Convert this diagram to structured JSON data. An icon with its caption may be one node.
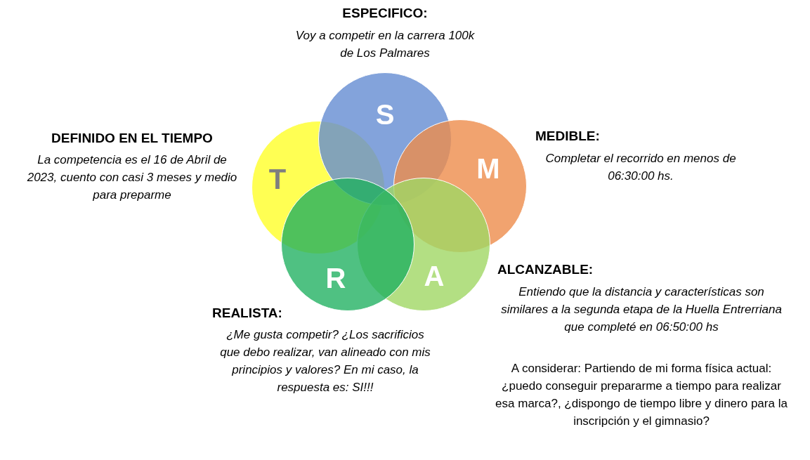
{
  "diagram": {
    "nodes": [
      {
        "text": [
          "S"
        ],
        "beside": [
          "ESPECIFICO:",
          "Voy a competir en la carrera 100k de Los Palmares"
        ]
      },
      {
        "text": [
          "M"
        ],
        "beside": [
          "MEDIBLE:",
          "Completar el recorrido en menos de 06:30:00 hs."
        ]
      },
      {
        "text": [
          "A"
        ],
        "beside": [
          "ALCANZABLE:",
          "Entiendo que la distancia y características son similares a la segunda etapa de la Huella Entrerriana que completé en 06:50:00 hs",
          "A considerar: Partiendo de mi forma física actual: ¿puedo conseguir prepararme a tiempo para realizar esa marca?, ¿dispongo de tiempo libre y dinero para la inscripción y el gimnasio?"
        ]
      },
      {
        "text": [
          "R"
        ],
        "beside": [
          "REALISTA:",
          "¿Me gusta competir? ¿Los sacrificios que debo realizar, van alineado con mis principios y valores? En mi caso, la respuesta es: SI!!!"
        ]
      },
      {
        "text": [
          "T"
        ],
        "beside": [
          "DEFINIDO EN EL TIEMPO",
          "La competencia es el 16 de Abril de 2023, cuento con casi 3 meses y medio para preparme"
        ]
      }
    ],
    "edges": []
  }
}
